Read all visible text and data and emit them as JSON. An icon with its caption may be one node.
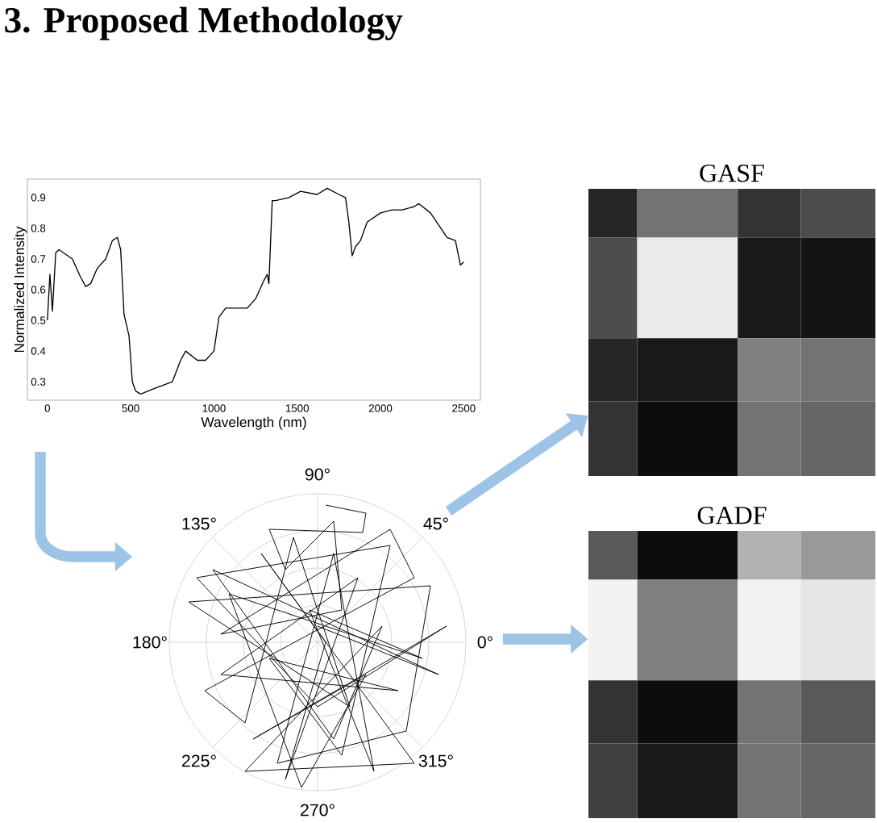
{
  "diagram": {
    "title": "3. Proposed Methodology",
    "nodes": [
      {
        "text": [
          "90°",
          "135°",
          "45°",
          "180°",
          "0°",
          "225°",
          "315°",
          "270°"
        ]
      },
      {
        "text": [
          "GASF"
        ]
      },
      {
        "text": [
          "GADF"
        ]
      }
    ],
    "edges": [
      {
        "from": null,
        "to": 0,
        "arrow": "to"
      },
      {
        "from": 0,
        "to": 1,
        "arrow": "to"
      },
      {
        "from": 0,
        "to": 2,
        "arrow": "to"
      }
    ],
    "chart_data": {
      "type": "line",
      "xlabel": "Wavelength (nm)",
      "ylabel": "Normalized Intensity",
      "x": [
        0,
        15,
        30,
        50,
        70,
        150,
        200,
        230,
        260,
        300,
        350,
        390,
        420,
        440,
        460,
        490,
        510,
        530,
        560,
        650,
        750,
        800,
        830,
        900,
        950,
        1000,
        1030,
        1070,
        1200,
        1250,
        1300,
        1320,
        1330,
        1350,
        1370,
        1450,
        1520,
        1620,
        1680,
        1750,
        1790,
        1810,
        1830,
        1850,
        1880,
        1920,
        2000,
        2070,
        2130,
        2200,
        2230,
        2300,
        2350,
        2400,
        2450,
        2480,
        2500
      ],
      "series": [
        {
          "color": "#000000",
          "values": [
            0.5,
            0.65,
            0.53,
            0.72,
            0.73,
            0.7,
            0.64,
            0.61,
            0.62,
            0.67,
            0.7,
            0.76,
            0.77,
            0.73,
            0.52,
            0.45,
            0.3,
            0.27,
            0.26,
            0.28,
            0.3,
            0.37,
            0.4,
            0.37,
            0.37,
            0.4,
            0.51,
            0.54,
            0.54,
            0.57,
            0.63,
            0.65,
            0.62,
            0.89,
            0.89,
            0.9,
            0.92,
            0.91,
            0.93,
            0.91,
            0.9,
            0.82,
            0.71,
            0.74,
            0.76,
            0.82,
            0.85,
            0.86,
            0.86,
            0.87,
            0.88,
            0.85,
            0.81,
            0.77,
            0.76,
            0.68,
            0.69
          ]
        }
      ],
      "xticks": [
        0,
        500,
        1000,
        1500,
        2000,
        2500
      ],
      "yticks": [
        0.3,
        0.4,
        0.5,
        0.6,
        0.7,
        0.8,
        0.9
      ],
      "xlim": [
        -120,
        2600
      ],
      "ylim": [
        0.24,
        0.96
      ]
    }
  }
}
